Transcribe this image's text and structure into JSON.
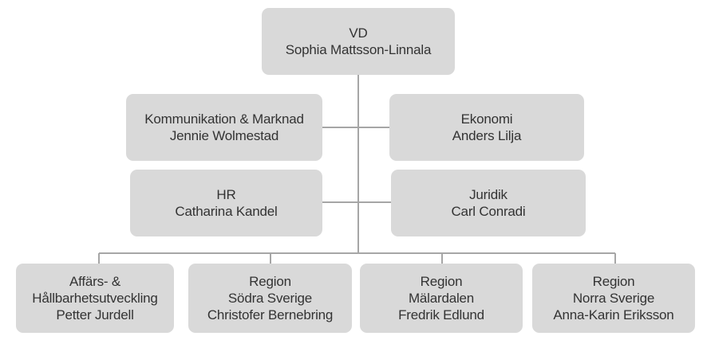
{
  "org_chart": {
    "ceo": {
      "title": "VD",
      "name": "Sophia Mattsson-Linnala"
    },
    "staff_left": [
      {
        "title": "Kommunikation & Marknad",
        "name": "Jennie Wolmestad"
      },
      {
        "title": "HR",
        "name": "Catharina Kandel"
      }
    ],
    "staff_right": [
      {
        "title": "Ekonomi",
        "name": "Anders Lilja"
      },
      {
        "title": "Juridik",
        "name": "Carl Conradi"
      }
    ],
    "divisions": [
      {
        "title_line1": "Affärs- &",
        "title_line2": "Hållbarhetsutveckling",
        "name": "Petter Jurdell"
      },
      {
        "title_line1": "Region",
        "title_line2": "Södra Sverige",
        "name": "Christofer Bernebring"
      },
      {
        "title_line1": "Region",
        "title_line2": "Mälardalen",
        "name": "Fredrik Edlund"
      },
      {
        "title_line1": "Region",
        "title_line2": "Norra Sverige",
        "name": "Anna-Karin Eriksson"
      }
    ]
  },
  "colors": {
    "box_fill": "#d9d9d9",
    "connector": "#a6a6a6",
    "text": "#333333"
  }
}
